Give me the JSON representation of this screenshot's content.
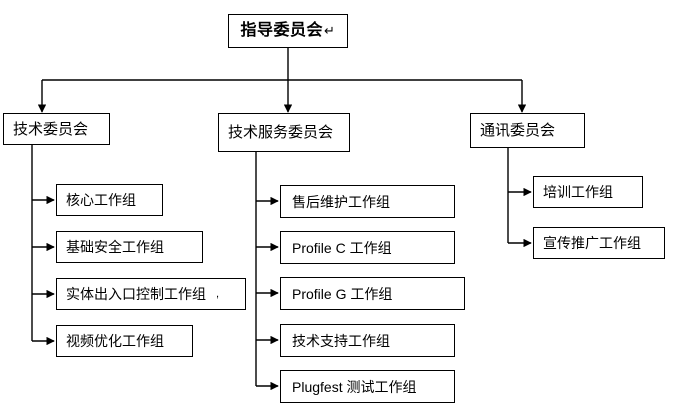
{
  "diagram": {
    "type": "organization-chart",
    "title_text": "指导委员会",
    "colors": {
      "line": "#000000",
      "box_border": "#000000",
      "box_fill": "#ffffff",
      "text": "#000000",
      "background": "#ffffff"
    },
    "root": {
      "label": "指导委员会",
      "caret": "↵"
    },
    "committees": [
      {
        "label": "技术委员会"
      },
      {
        "label": "技术服务委员会"
      },
      {
        "label": "通讯委员会"
      }
    ],
    "groups": {
      "technical": [
        {
          "label": "核心工作组",
          "mark": ""
        },
        {
          "label": "基础安全工作组",
          "mark": ""
        },
        {
          "label": "实体出入口控制工作组",
          "mark": ","
        },
        {
          "label": "视频优化工作组",
          "mark": ""
        }
      ],
      "technical_service": [
        {
          "label": "售后维护工作组",
          "mark": ""
        },
        {
          "label": "Profile C 工作组",
          "mark": ""
        },
        {
          "label": "Profile G 工作组",
          "mark": ""
        },
        {
          "label": "技术支持工作组",
          "mark": ""
        },
        {
          "label": "Plugfest 测试工作组",
          "mark": ""
        }
      ],
      "communication": [
        {
          "label": "培训工作组",
          "mark": ""
        },
        {
          "label": "宣传推广工作组",
          "mark": ""
        }
      ]
    }
  }
}
